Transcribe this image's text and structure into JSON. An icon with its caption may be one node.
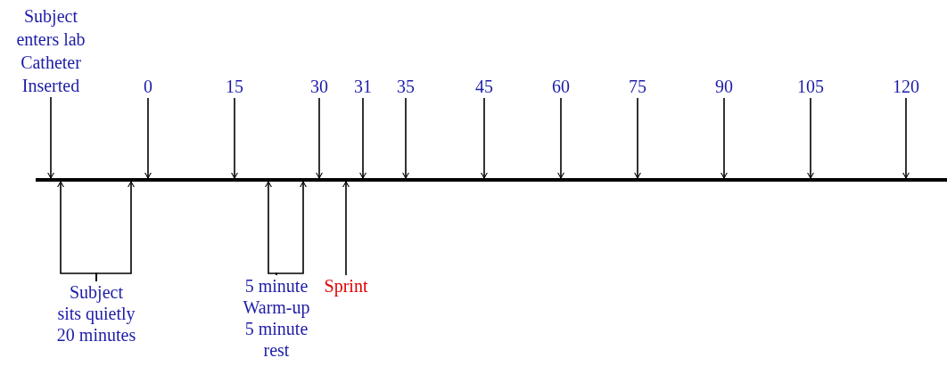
{
  "diagram": {
    "nodes": [
      {
        "text": [
          "Subject enters lab",
          "Catheter Inserted"
        ]
      },
      {
        "text": [
          "0"
        ]
      },
      {
        "text": [
          "15"
        ]
      },
      {
        "text": [
          "30"
        ]
      },
      {
        "text": [
          "31"
        ]
      },
      {
        "text": [
          "35"
        ]
      },
      {
        "text": [
          "45"
        ]
      },
      {
        "text": [
          "60"
        ]
      },
      {
        "text": [
          "75"
        ]
      },
      {
        "text": [
          "90"
        ]
      },
      {
        "text": [
          "105"
        ]
      },
      {
        "text": [
          "120"
        ]
      },
      {
        "text": [],
        "shape": "bar"
      },
      {
        "text": [
          "Subject sits quietly 20 minutes"
        ]
      },
      {
        "text": [
          "5 minute Warm-up",
          "5 minute rest"
        ]
      },
      {
        "text": [
          "Sprint"
        ]
      }
    ],
    "edges": [
      {
        "from": 0,
        "to": 12,
        "arrow": "to"
      },
      {
        "from": 1,
        "to": 12,
        "arrow": "to"
      },
      {
        "from": 2,
        "to": 12,
        "arrow": "to"
      },
      {
        "from": 3,
        "to": 12,
        "arrow": "to"
      },
      {
        "from": 4,
        "to": 12,
        "arrow": "to"
      },
      {
        "from": 5,
        "to": 12,
        "arrow": "to"
      },
      {
        "from": 6,
        "to": 12,
        "arrow": "to"
      },
      {
        "from": 7,
        "to": 12,
        "arrow": "to"
      },
      {
        "from": 8,
        "to": 12,
        "arrow": "to"
      },
      {
        "from": 9,
        "to": 12,
        "arrow": "to"
      },
      {
        "from": 10,
        "to": 12,
        "arrow": "to"
      },
      {
        "from": 11,
        "to": 12,
        "arrow": "to"
      },
      {
        "from": 13,
        "to": 12,
        "arrow": "to"
      },
      {
        "from": 13,
        "to": 12,
        "arrow": "to"
      },
      {
        "from": 14,
        "to": 12,
        "arrow": "to"
      },
      {
        "from": 14,
        "to": 12,
        "arrow": "to"
      },
      {
        "from": 15,
        "to": 12,
        "arrow": "to"
      }
    ]
  }
}
